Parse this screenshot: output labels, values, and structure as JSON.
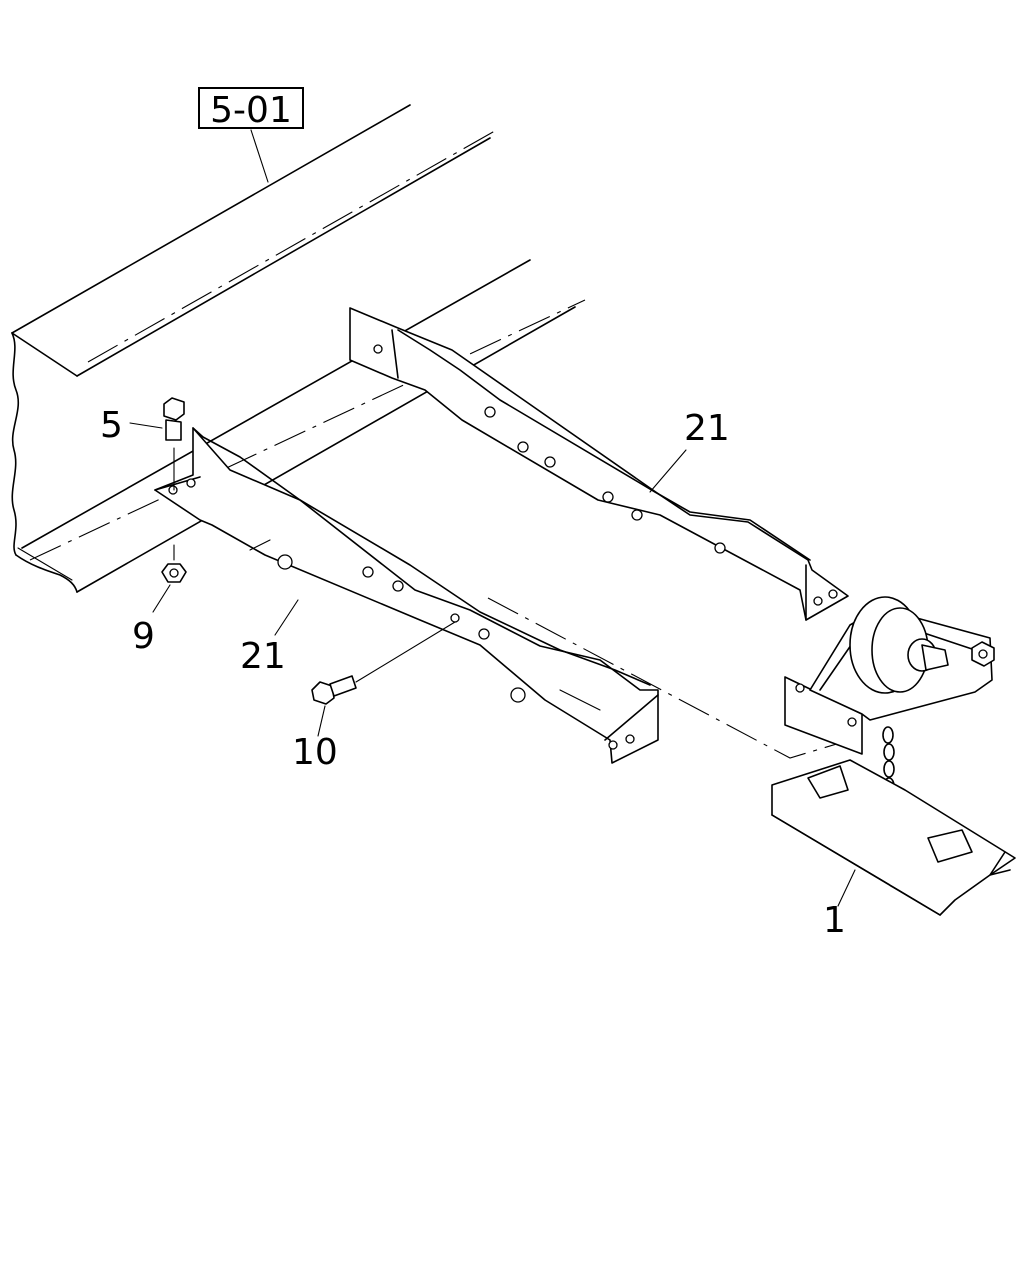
{
  "diagram": {
    "reference_box": "5-01",
    "callouts": [
      {
        "id": "bolt-upper",
        "text": "5"
      },
      {
        "id": "nut",
        "text": "9"
      },
      {
        "id": "bolt-lower",
        "text": "10"
      },
      {
        "id": "bracket-rear",
        "text": "21"
      },
      {
        "id": "bracket-front",
        "text": "21"
      },
      {
        "id": "carrier",
        "text": "1"
      }
    ]
  }
}
